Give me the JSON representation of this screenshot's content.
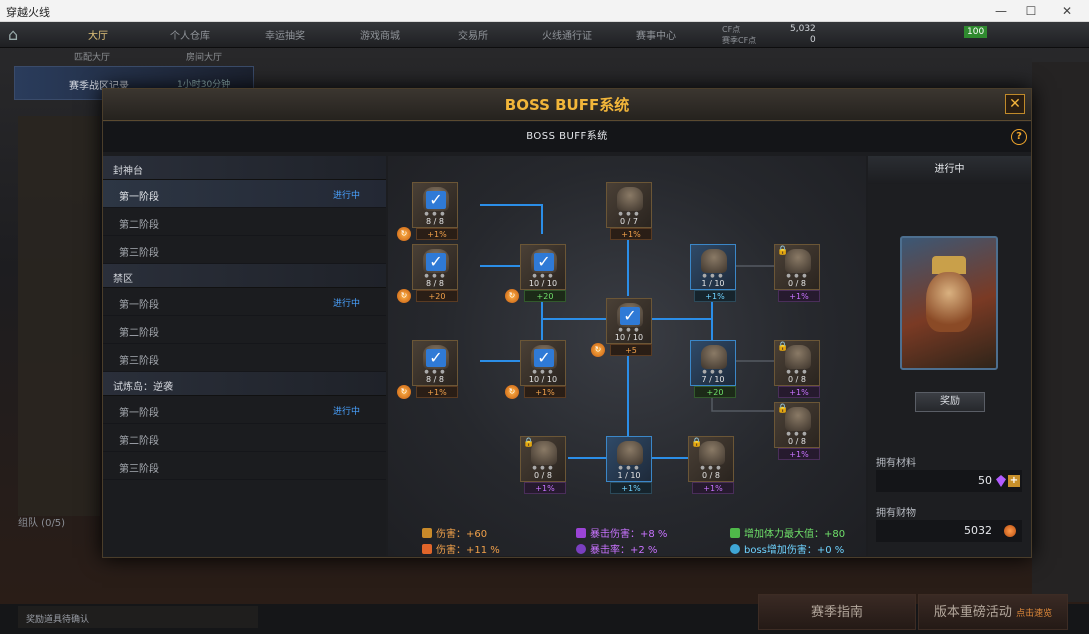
{
  "window": {
    "title": "穿越火线",
    "min": "—",
    "max": "☐",
    "close": "✕"
  },
  "lobby": {
    "nav": [
      "大厅",
      "个人仓库",
      "幸运抽奖",
      "游戏商城",
      "交易所",
      "火线通行证",
      "赛事中心"
    ],
    "subnav": [
      "匹配大厅",
      "房间大厅"
    ],
    "season_text": "赛季战区记录",
    "timer": "1小时30分钟",
    "cf_points": "CF点",
    "cf_value": "5,032",
    "ticket_label": "赛季CF点",
    "ticket_value": "0",
    "ingot": "100",
    "squad": "组队 (0/5)",
    "confirm": "奖励道具待确认",
    "btn_guide": "赛季指南",
    "btn_event": "版本重磅活动",
    "btn_event_sub": "点击速览"
  },
  "modal": {
    "title": "BOSS BUFF系统",
    "subtitle": "BOSS BUFF系统",
    "close": "✕",
    "help": "?"
  },
  "stages": [
    {
      "group": "封神台",
      "items": [
        {
          "label": "第一阶段",
          "progress": "进行中",
          "selected": true
        },
        {
          "label": "第二阶段",
          "progress": ""
        },
        {
          "label": "第三阶段",
          "progress": ""
        }
      ]
    },
    {
      "group": "禁区",
      "items": [
        {
          "label": "第一阶段",
          "progress": "进行中"
        },
        {
          "label": "第二阶段",
          "progress": ""
        },
        {
          "label": "第三阶段",
          "progress": ""
        }
      ]
    },
    {
      "group": "试炼岛：逆袭",
      "items": [
        {
          "label": "第一阶段",
          "progress": "进行中"
        },
        {
          "label": "第二阶段",
          "progress": ""
        },
        {
          "label": "第三阶段",
          "progress": ""
        }
      ]
    }
  ],
  "nodes": [
    {
      "id": "n1",
      "count": "8 / 8",
      "done": true,
      "tag": "+1%",
      "tag_color": "orange"
    },
    {
      "id": "n2",
      "count": "0 / 7",
      "done": false,
      "tag": "+1%",
      "tag_color": "orange"
    },
    {
      "id": "n3",
      "count": "8 / 8",
      "done": true,
      "tag": "+20",
      "tag_color": "orange"
    },
    {
      "id": "n4",
      "count": "10 / 10",
      "done": true,
      "tag": "+20",
      "tag_color": "green"
    },
    {
      "id": "n5",
      "count": "1 / 10",
      "done": false,
      "tag": "+1%",
      "tag_color": "cyan"
    },
    {
      "id": "n6",
      "count": "0 / 8",
      "done": false,
      "locked": true,
      "tag": "+1%",
      "tag_color": "purple"
    },
    {
      "id": "n7",
      "count": "10 / 10",
      "done": true,
      "tag": "+5",
      "tag_color": "orange"
    },
    {
      "id": "n8",
      "count": "8 / 8",
      "done": true,
      "tag": "+1%",
      "tag_color": "orange"
    },
    {
      "id": "n9",
      "count": "10 / 10",
      "done": true,
      "tag": "+1%",
      "tag_color": "orange"
    },
    {
      "id": "n10",
      "count": "7 / 10",
      "done": false,
      "tag": "+20",
      "tag_color": "green"
    },
    {
      "id": "n11",
      "count": "0 / 8",
      "done": false,
      "locked": true,
      "tag": "+1%",
      "tag_color": "purple"
    },
    {
      "id": "n12",
      "count": "0 / 8",
      "done": false,
      "locked": true,
      "tag": "+1%",
      "tag_color": "purple"
    },
    {
      "id": "n13",
      "count": "0 / 8",
      "done": false,
      "locked": true,
      "tag": "+1%",
      "tag_color": "purple"
    },
    {
      "id": "n14",
      "count": "1 / 10",
      "done": false,
      "tag": "+1%",
      "tag_color": "cyan"
    },
    {
      "id": "n15",
      "count": "0 / 8",
      "done": false,
      "locked": true,
      "tag": "+1%",
      "tag_color": "purple"
    }
  ],
  "stats": [
    {
      "label": "伤害：+60",
      "color": "#f0a04a",
      "icon": "sword-icon"
    },
    {
      "label": "伤害：+11 %",
      "color": "#f0a04a",
      "icon": "fire-icon"
    },
    {
      "label": "暴击伤害：+8 %",
      "color": "#c873ff",
      "icon": "crit-icon"
    },
    {
      "label": "暴击率：+2 %",
      "color": "#c873ff",
      "icon": "crit-rate-icon"
    },
    {
      "label": "增加体力最大值：+80",
      "color": "#6fe06a",
      "icon": "health-icon"
    },
    {
      "label": "boss增加伤害：+0 %",
      "color": "#6fd3ff",
      "icon": "boss-icon"
    }
  ],
  "right": {
    "status": "进行中",
    "reward": "奖励",
    "materials_label": "拥有材料",
    "materials_value": "50",
    "wealth_label": "拥有财物",
    "wealth_value": "5032"
  }
}
